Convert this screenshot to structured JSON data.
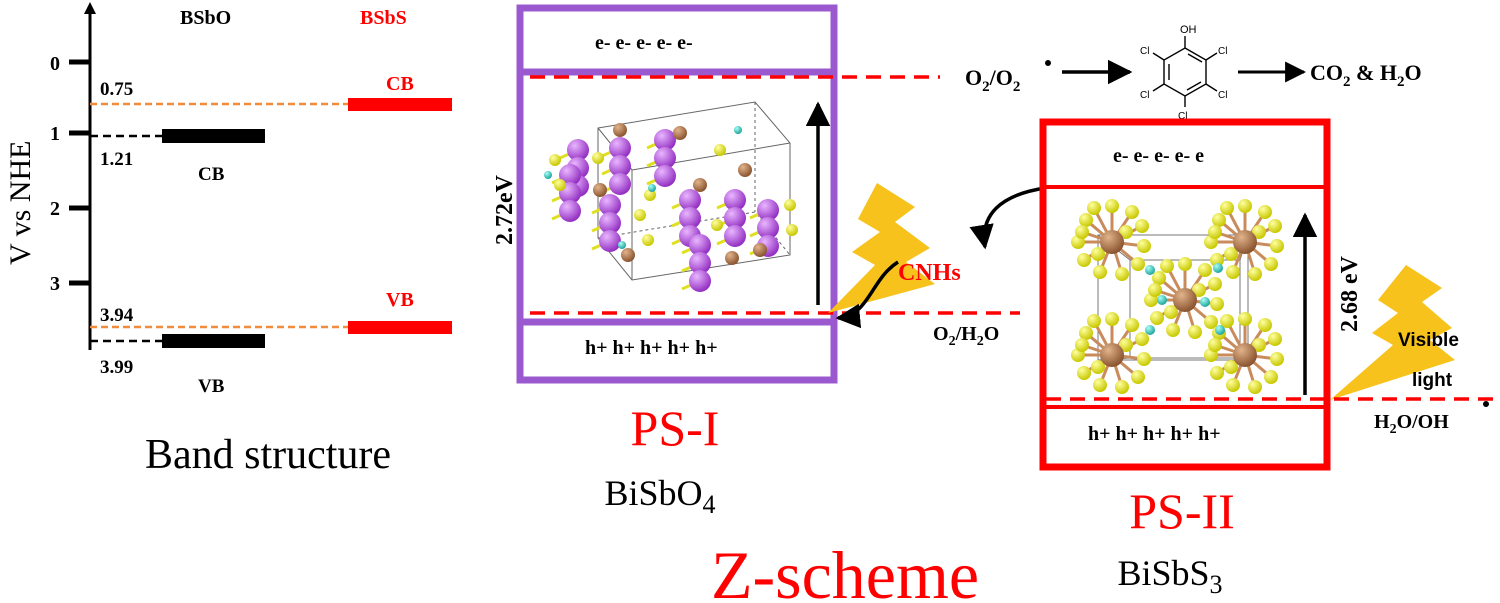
{
  "band": {
    "ylabel": "V vs NHE",
    "ticks": [
      "0",
      "1",
      "2",
      "3"
    ],
    "col1": "BSbO",
    "col2": "BSbS",
    "val_075": "0.75",
    "val_121": "1.21",
    "val_394": "3.94",
    "val_399": "3.99",
    "cb_black": "CB",
    "vb_black": "VB",
    "cb_red": "CB",
    "vb_red": "VB",
    "title": "Band structure"
  },
  "ps1": {
    "electrons": "e-  e-   e-   e- e-",
    "holes": "h+ h+ h+ h+ h+",
    "gap": "2.72eV",
    "name": "PS-I",
    "formula_main": "BiSbO",
    "formula_sub": "4"
  },
  "ps2": {
    "electrons": "e- e- e- e- e",
    "holes": "h+ h+ h+ h+ h+",
    "gap": "2.68 eV",
    "name": "PS-II",
    "formula_main": "BiSbS",
    "formula_sub": "3"
  },
  "reactions": {
    "o2_main": "O",
    "o2_sub": "2",
    "o2_slash": "/O",
    "o2_sub2": "2",
    "co2_main": "CO",
    "co2_sub": "2",
    "co2_rest": " & H",
    "co2_sub2": "2",
    "co2_end": "O",
    "cnhs": "CNHs",
    "o2h2o_main": "O",
    "o2h2o_sub": "2",
    "o2h2o_mid": "/H",
    "o2h2o_sub2": "2",
    "o2h2o_end": "O",
    "h2o_main": "H",
    "h2o_sub": "2",
    "h2o_rest": "O/OH",
    "visible1": "Visible",
    "visible2": "light"
  },
  "molecule": {
    "oh": "OH",
    "cl": "Cl"
  },
  "scheme": "Z-scheme",
  "colors": {
    "red": "#ff0000",
    "purple": "#9b59d0",
    "orange": "#f08c3c",
    "bolt": "#f7c21c",
    "atom_purple": "#b14fd8",
    "atom_yellow": "#f2f20a",
    "atom_brown": "#b8784a",
    "atom_cyan": "#37c9c0"
  }
}
